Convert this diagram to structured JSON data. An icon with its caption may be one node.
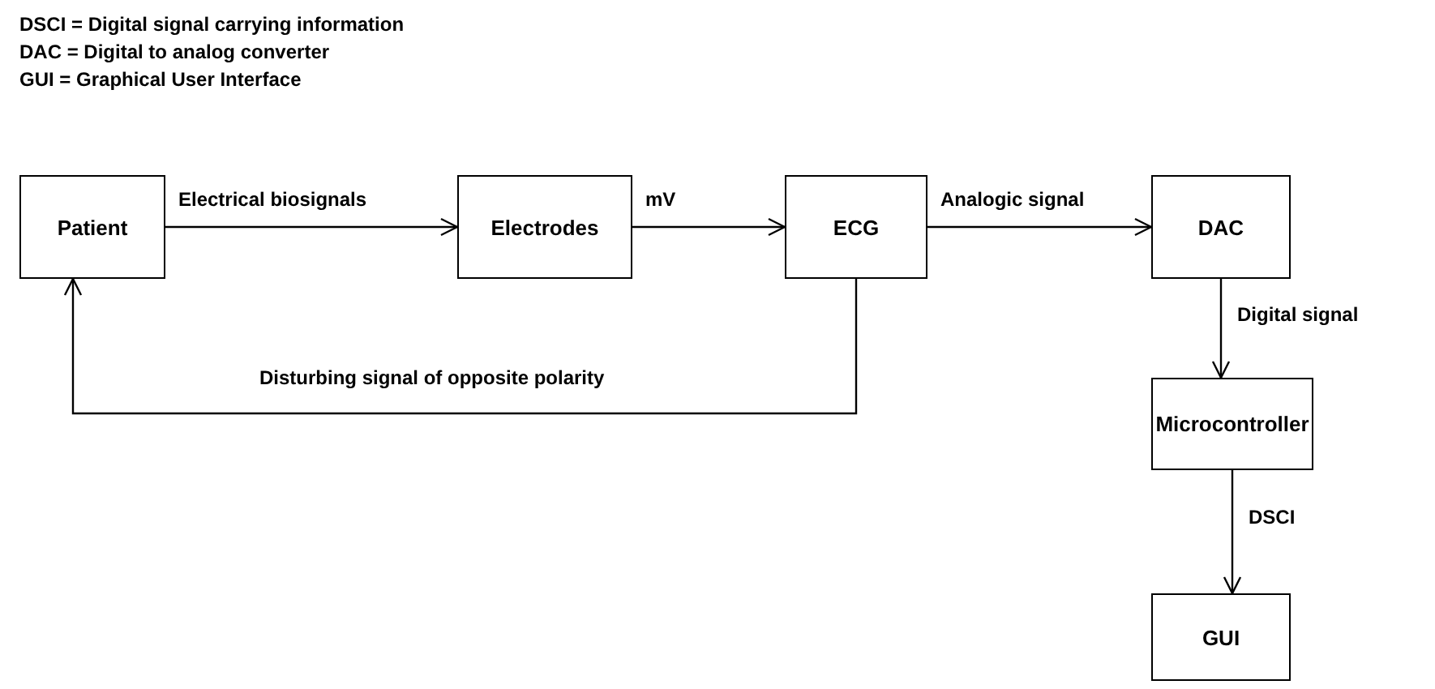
{
  "diagram": {
    "nodes": [
      {
        "text": [
          "Patient"
        ]
      },
      {
        "text": [
          "Electrodes"
        ]
      },
      {
        "text": [
          "ECG"
        ]
      },
      {
        "text": [
          "DAC"
        ]
      },
      {
        "text": [
          "Microcontroller"
        ]
      },
      {
        "text": [
          "GUI"
        ]
      }
    ],
    "edges": [
      {
        "from": 0,
        "to": 1,
        "arrow": "to",
        "label": "Electrical biosignals"
      },
      {
        "from": 1,
        "to": 2,
        "arrow": "to",
        "label": "mV"
      },
      {
        "from": 2,
        "to": 3,
        "arrow": "to",
        "label": "Analogic signal"
      },
      {
        "from": 3,
        "to": 4,
        "arrow": "to",
        "label": "Digital signal"
      },
      {
        "from": 4,
        "to": 5,
        "arrow": "to",
        "label": "DSCI"
      },
      {
        "from": 2,
        "to": 0,
        "arrow": "to",
        "label": "Disturbing signal of opposite polarity"
      }
    ],
    "labels": [
      "DSCI = Digital signal carrying information",
      "DAC = Digital to analog converter",
      "GUI = Graphical User Interface"
    ]
  }
}
